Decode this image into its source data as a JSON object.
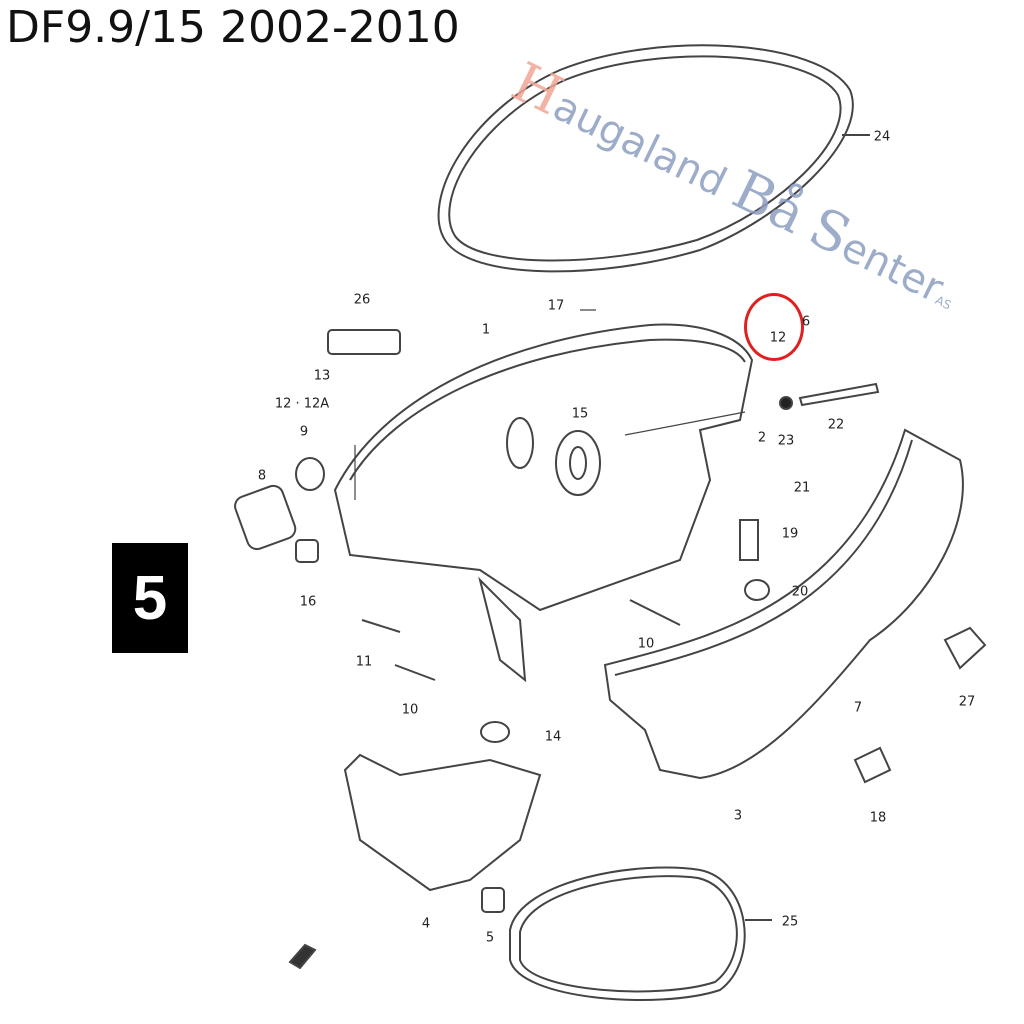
{
  "title": "DF9.9/15 2002-2010",
  "section_number": "5",
  "watermark": {
    "h": "H",
    "rest1": "augaland ",
    "b": "Bå",
    "s": "S",
    "rest2": "enter",
    "as": "AS"
  },
  "highlighted_part": "12",
  "parts": [
    "24",
    "26",
    "17",
    "1",
    "12",
    "6",
    "13",
    "12 · 12A",
    "15",
    "2",
    "23",
    "22",
    "9",
    "8",
    "21",
    "19",
    "16",
    "20",
    "10",
    "11",
    "27",
    "10",
    "7",
    "14",
    "3",
    "18",
    "4",
    "5",
    "25"
  ],
  "colors": {
    "highlight": "#e02020",
    "watermark_blue": "#8c9fc0",
    "watermark_red": "#f0a595"
  }
}
